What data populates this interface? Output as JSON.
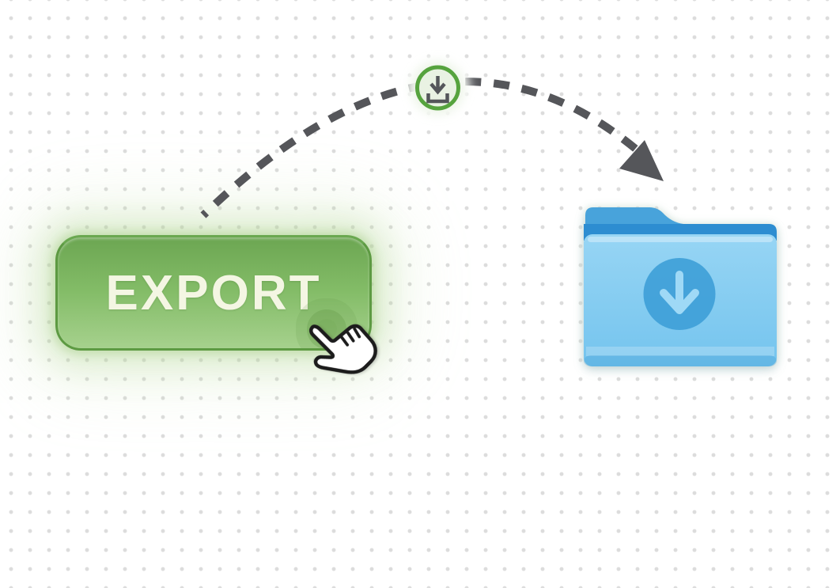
{
  "export_button": {
    "label": "EXPORT"
  },
  "flow": {
    "badge_icon": "download-tray-icon",
    "connector_style": "dashed-arc",
    "arrowhead": "solid-triangle"
  },
  "folder": {
    "icon": "blue-folder-icon",
    "overlay_icon": "download-arrow-circle-icon"
  },
  "cursor": {
    "icon": "hand-pointer-cursor"
  },
  "colors": {
    "background": "#ffffff",
    "dot_grid": "#dcdcdc",
    "arrow_gray": "#55565a",
    "button_top": "#6ca652",
    "button_mid": "#83bc67",
    "button_bottom": "#a6d18d",
    "button_border": "#5d9a42",
    "button_text": "#f4f6e3",
    "button_glow": "#b9dda3",
    "badge_ring": "#56a33e",
    "badge_fill": "#e9f2e3",
    "badge_glyph": "#54565a",
    "folder_tab": "#48a3db",
    "folder_strip": "#2d8dd1",
    "folder_body_top": "#97d5f4",
    "folder_body_bottom": "#74c4ee",
    "folder_circle": "#3fa0d8",
    "folder_arrow": "#9fd9f6",
    "cursor_fill": "#ffffff",
    "cursor_outline": "#1c1c1c"
  }
}
